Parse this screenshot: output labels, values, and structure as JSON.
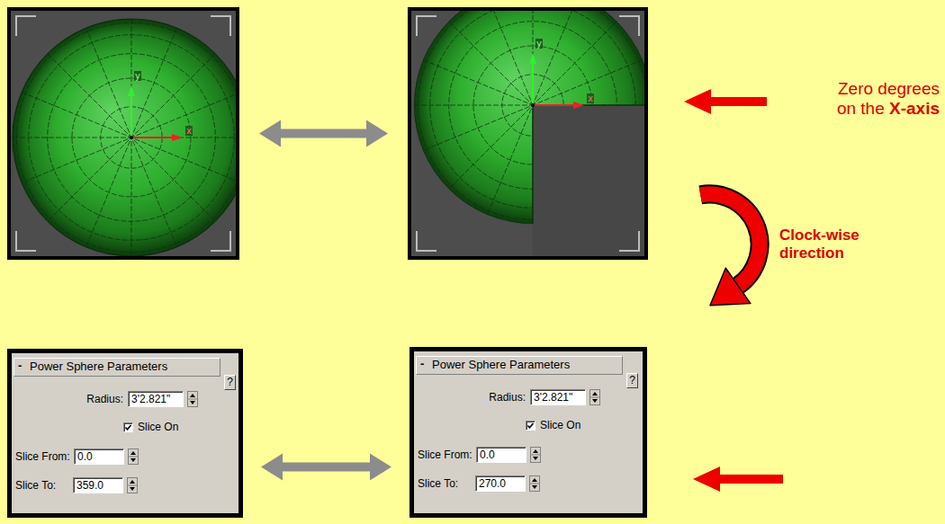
{
  "diagram": {
    "nodes": [
      {
        "text": [
          "y",
          "x"
        ]
      },
      {
        "text": [
          "y",
          "x"
        ]
      },
      {
        "text": [
          "-",
          "Power Sphere Parameters",
          "?",
          "Radius:",
          "3'2.821\"",
          "Slice On",
          "Slice From:",
          "0.0",
          "Slice To:",
          "359.0"
        ]
      },
      {
        "text": [
          "-",
          "Power Sphere Parameters",
          "?",
          "Radius:",
          "3'2.821\"",
          "Slice On",
          "Slice From:",
          "0.0",
          "Slice To:",
          "270.0"
        ]
      }
    ],
    "edges": [
      {
        "from": 0,
        "to": 1,
        "arrow": "both"
      },
      {
        "from": 2,
        "to": 3,
        "arrow": "both"
      }
    ],
    "labels": [
      "Zero degrees on the",
      "X-axis",
      "Clock-wise direction"
    ]
  }
}
